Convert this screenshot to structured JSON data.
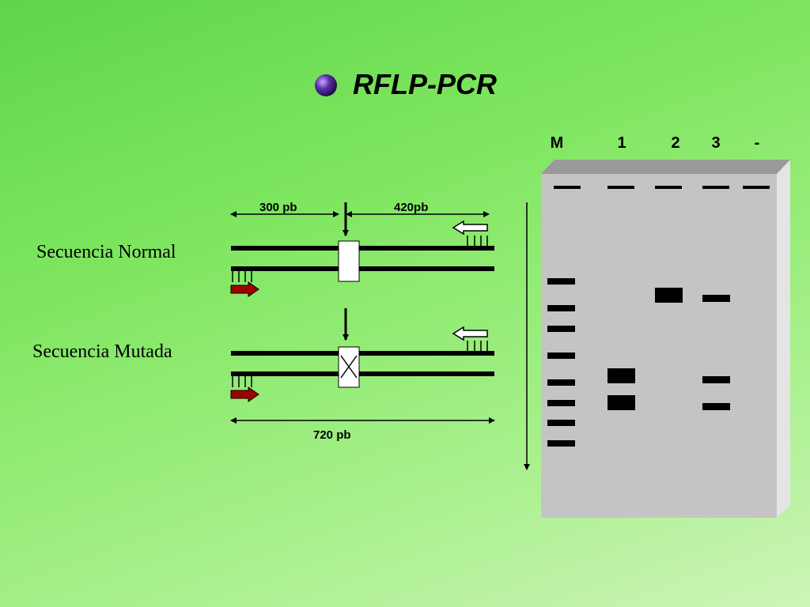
{
  "slide": {
    "title": "RFLP-PCR",
    "bullet_icon": "purple-sphere-bullet-icon"
  },
  "diagram": {
    "normal_label": "Secuencia Normal",
    "mutated_label": "Secuencia Mutada",
    "fragment_left": "300 pb",
    "fragment_right": "420pb",
    "full_length": "720 pb",
    "forward_primer_color": "#a00000",
    "reverse_primer_color": "#ffffff",
    "site_normal": "intact",
    "site_mutated": "destroyed"
  },
  "gel": {
    "lanes": [
      "M",
      "1",
      "2",
      "3",
      "-"
    ],
    "gel_color": "#c4c4c4",
    "band_color": "#000000",
    "marker_band_count": 8
  }
}
